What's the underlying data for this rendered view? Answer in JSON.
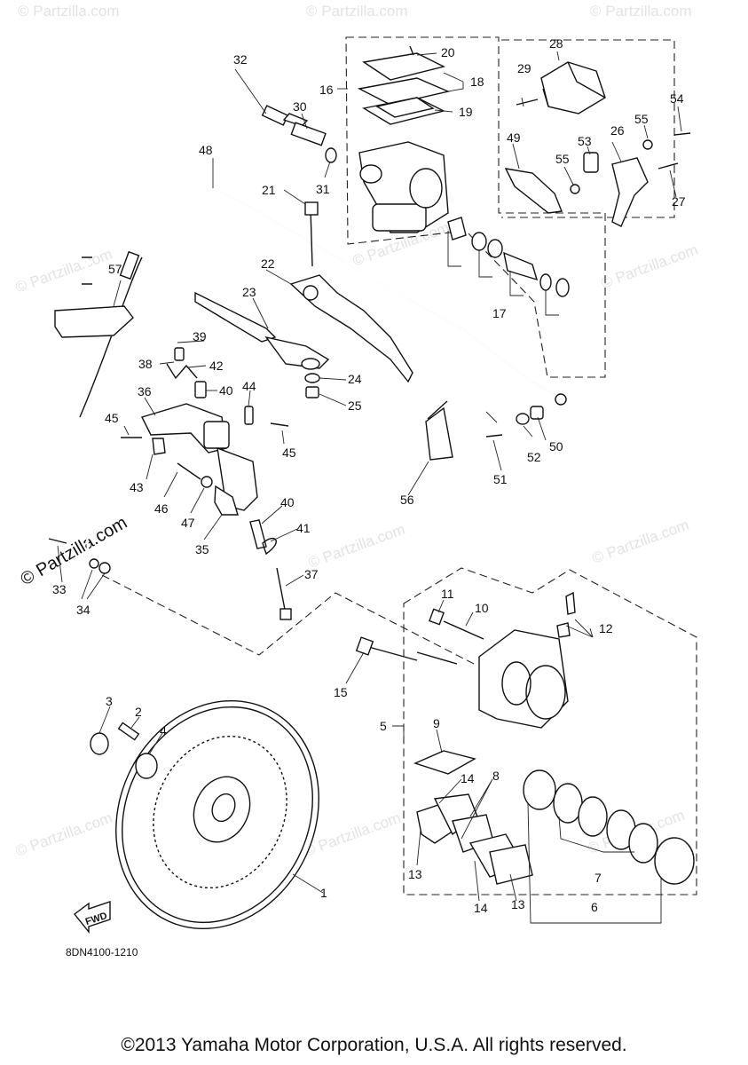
{
  "diagram": {
    "drawing_code": "8DN4100-1210",
    "copyright": "©2013 Yamaha Motor Corporation, U.S.A. All rights reserved.",
    "watermark": "© Partzilla.com",
    "fwd_label": "FWD",
    "callouts": {
      "c1": "1",
      "c2": "2",
      "c3": "3",
      "c4": "4",
      "c5": "5",
      "c6": "6",
      "c7": "7",
      "c8": "8",
      "c9": "9",
      "c10": "10",
      "c11": "11",
      "c12": "12",
      "c13a": "13",
      "c13b": "13",
      "c14a": "14",
      "c14b": "14",
      "c15": "15",
      "c16": "16",
      "c17": "17",
      "c18": "18",
      "c19": "19",
      "c20": "20",
      "c21": "21",
      "c22": "22",
      "c23": "23",
      "c24": "24",
      "c25": "25",
      "c26": "26",
      "c27": "27",
      "c28": "28",
      "c29": "29",
      "c30": "30",
      "c31": "31",
      "c32": "32",
      "c33": "33",
      "c34": "34",
      "c35": "35",
      "c36": "36",
      "c37": "37",
      "c38": "38",
      "c39": "39",
      "c40a": "40",
      "c40b": "40",
      "c41": "41",
      "c42": "42",
      "c43": "43",
      "c44": "44",
      "c45a": "45",
      "c45b": "45",
      "c46": "46",
      "c47": "47",
      "c48": "48",
      "c49": "49",
      "c50": "50",
      "c51": "51",
      "c52": "52",
      "c53": "53",
      "c54": "54",
      "c55a": "55",
      "c55b": "55",
      "c56": "56",
      "c57": "57"
    }
  }
}
